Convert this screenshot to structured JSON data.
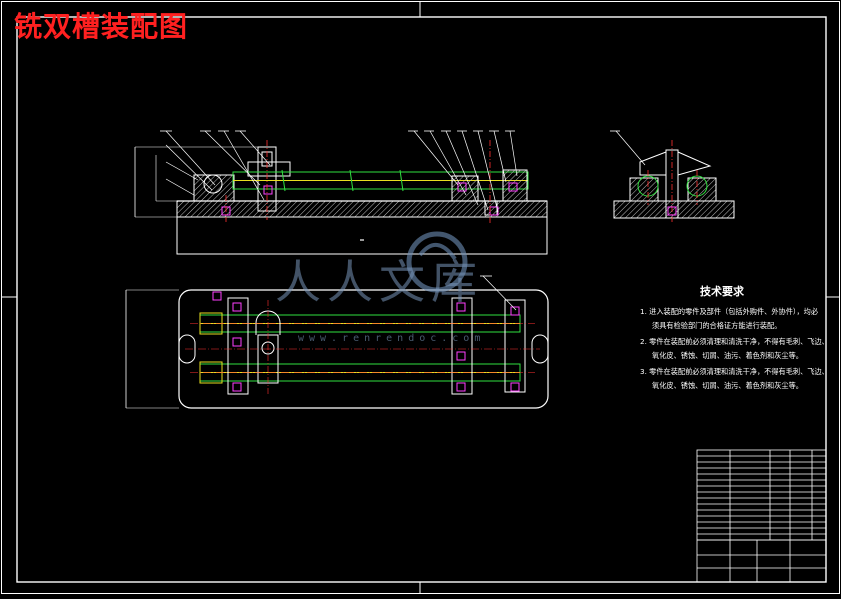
{
  "title": "铣双槽装配图",
  "watermark": {
    "brand": "人人文库",
    "url": "www.renrendoc.com"
  },
  "tech_requirements": {
    "heading": "技术要求",
    "lines": [
      "1. 进入装配的零件及部件（包括外购件、外协件），均必",
      "须具有检验部门的合格证方能进行装配。",
      "2. 零件在装配前必须清理和清洗干净，不得有毛刺、飞边、",
      "氧化皮、锈蚀、切屑、油污、着色剂和灰尘等。",
      "3. 零件在装配前必须清理和清洗干净，不得有毛刺、飞边、",
      "氧化皮、锈蚀、切屑、油污、着色剂和灰尘等。"
    ]
  },
  "colors": {
    "background": "#000000",
    "outline": "#ffffff",
    "title": "#ff2020",
    "centerline": "#ff3030",
    "shaft_green": "#30e040",
    "shaft_yellow": "#e8e020",
    "hatch": "#c0c0c0",
    "dimension": "#ffffff",
    "magenta": "#ff40ff"
  }
}
